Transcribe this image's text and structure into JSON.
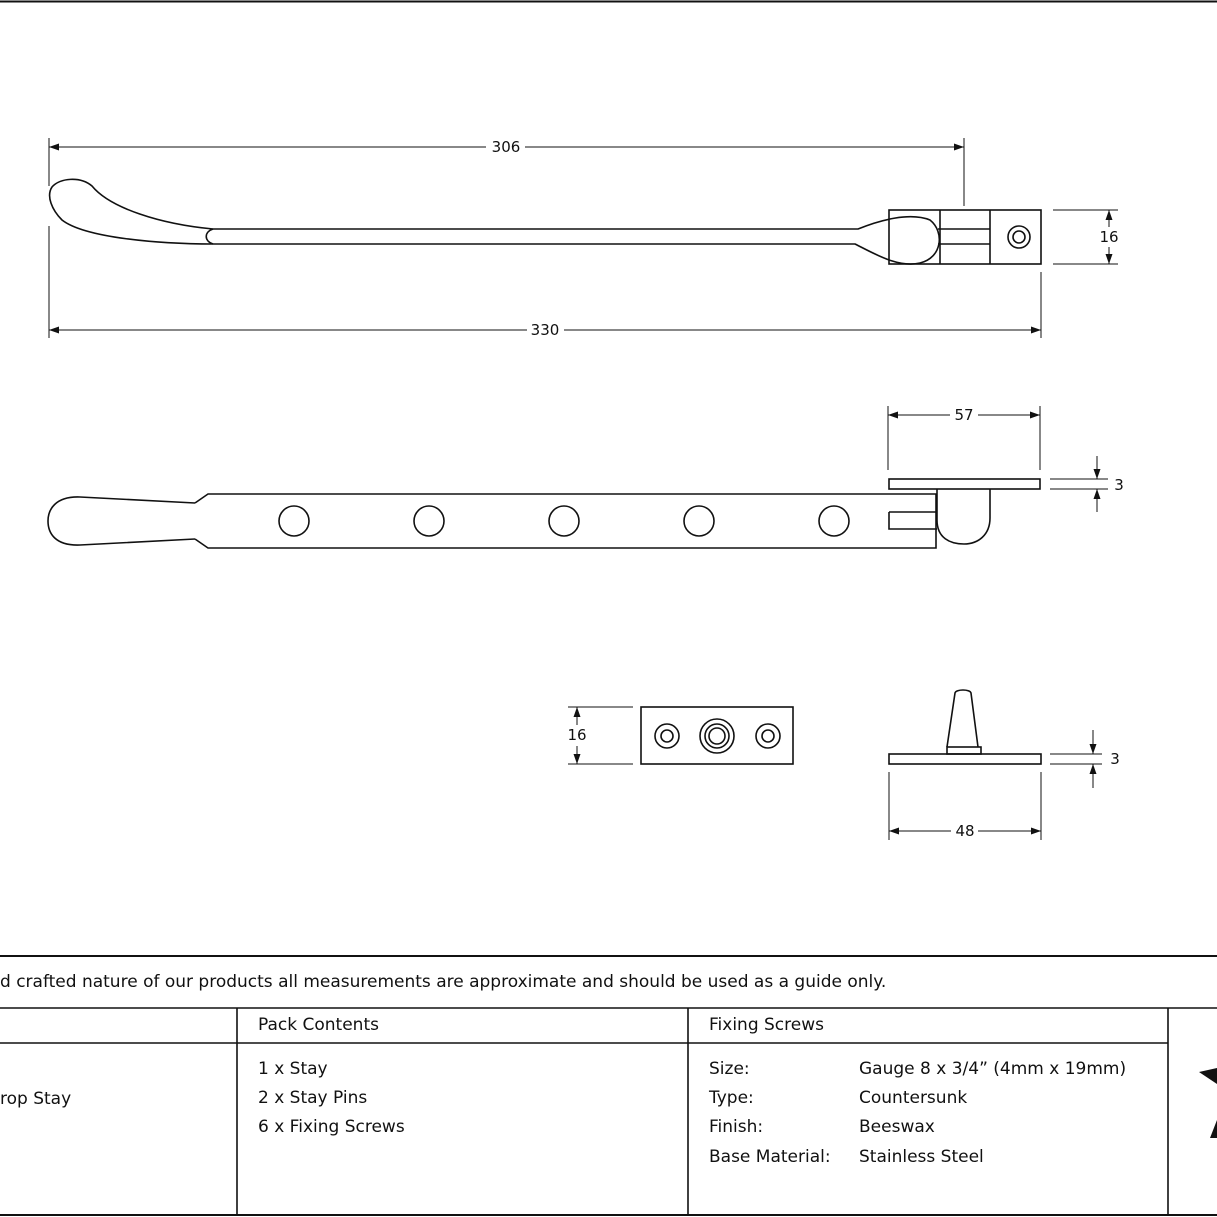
{
  "dimensions": {
    "stay_length": "306",
    "overall_length": "330",
    "body_height": "16",
    "bracket_length": "57",
    "bracket_thickness": "3",
    "plate_height": "16",
    "pin_plate_thickness": "3",
    "pin_plate_length": "48"
  },
  "disclaimer": "d crafted nature of our products all measurements are approximate and should be used as a guide only.",
  "product_cell": "rop Stay",
  "pack_contents": {
    "header": "Pack Contents",
    "items": [
      "1 x Stay",
      "2 x Stay Pins",
      "6 x Fixing Screws"
    ]
  },
  "fixing_screws": {
    "header": "Fixing Screws",
    "rows": [
      {
        "label": "Size:",
        "value": "Gauge 8 x 3/4” (4mm x 19mm)"
      },
      {
        "label": "Type:",
        "value": "Countersunk"
      },
      {
        "label": "Finish:",
        "value": "Beeswax"
      },
      {
        "label": "Base Material:",
        "value": "Stainless Steel"
      }
    ]
  },
  "colors": {
    "line": "#111111",
    "background": "#ffffff"
  }
}
